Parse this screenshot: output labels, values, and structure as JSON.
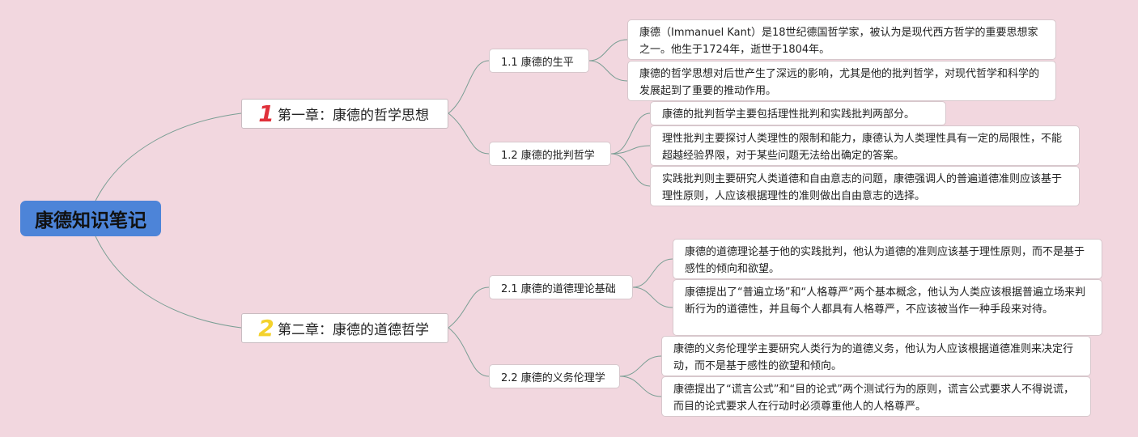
{
  "root": {
    "label": "康德知识笔记"
  },
  "chapters": [
    {
      "number": "1",
      "number_color": "#e0303a",
      "label": "第一章：康德的哲学思想",
      "sections": [
        {
          "label": "1.1 康德的生平",
          "notes": [
            "康德（Immanuel Kant）是18世纪德国哲学家，被认为是现代西方哲学的重要思想家之一。他生于1724年，逝世于1804年。",
            "康德的哲学思想对后世产生了深远的影响，尤其是他的批判哲学，对现代哲学和科学的发展起到了重要的推动作用。"
          ]
        },
        {
          "label": "1.2 康德的批判哲学",
          "notes": [
            "康德的批判哲学主要包括理性批判和实践批判两部分。",
            "理性批判主要探讨人类理性的限制和能力，康德认为人类理性具有一定的局限性，不能超越经验界限，对于某些问题无法给出确定的答案。",
            "实践批判则主要研究人类道德和自由意志的问题，康德强调人的普遍道德准则应该基于理性原则，人应该根据理性的准则做出自由意志的选择。"
          ]
        }
      ]
    },
    {
      "number": "2",
      "number_color": "#f4d22c",
      "label": "第二章：康德的道德哲学",
      "sections": [
        {
          "label": "2.1 康德的道德理论基础",
          "notes": [
            "康德的道德理论基于他的实践批判，他认为道德的准则应该基于理性原则，而不是基于感性的倾向和欲望。",
            "康德提出了“普遍立场”和“人格尊严”两个基本概念，他认为人类应该根据普遍立场来判断行为的道德性，并且每个人都具有人格尊严，不应该被当作一种手段来对待。"
          ]
        },
        {
          "label": "2.2 康德的义务伦理学",
          "notes": [
            "康德的义务伦理学主要研究人类行为的道德义务，他认为人应该根据道德准则来决定行动，而不是基于感性的欲望和倾向。",
            "康德提出了“谎言公式”和“目的论式”两个测试行为的原则，谎言公式要求人不得说谎，而目的论式要求人在行动时必须尊重他人的人格尊严。"
          ]
        }
      ]
    }
  ],
  "colors": {
    "background": "#f2d7df",
    "root_fill": "#4d84d8",
    "connector": "#7a9e94"
  }
}
